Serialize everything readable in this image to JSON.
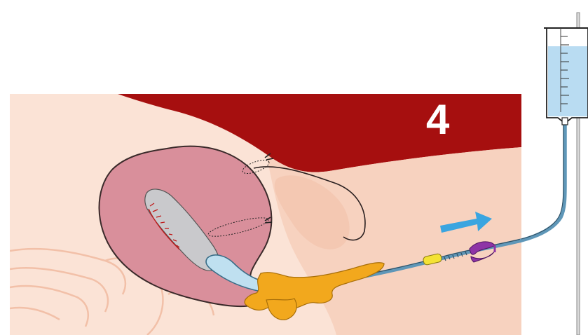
{
  "step_label": "4",
  "colors": {
    "background": "#ffffff",
    "skin_light": "#fbe3d6",
    "skin_mid": "#f7d2bf",
    "skin_deep": "#f2c0a8",
    "muscle_red": "#a60f0f",
    "uterus": "#d98f9b",
    "uterus_edge": "#3a2a2a",
    "cavity_grey": "#c9c9cc",
    "balloon_blue": "#bfe0f0",
    "retractor_orange": "#f2a81d",
    "connector_yellow": "#f4e235",
    "tube_blue": "#5f97b8",
    "arrow_blue": "#3aa5e0",
    "clamp_purple": "#8e34a6",
    "reservoir_fluid": "#b9dcf2",
    "tissue_edge_red": "#c01818",
    "label_white": "#ffffff"
  },
  "icons": [
    "step-number-badge",
    "flow-direction-arrow",
    "tubing-clamp-icon",
    "irrigation-reservoir"
  ]
}
